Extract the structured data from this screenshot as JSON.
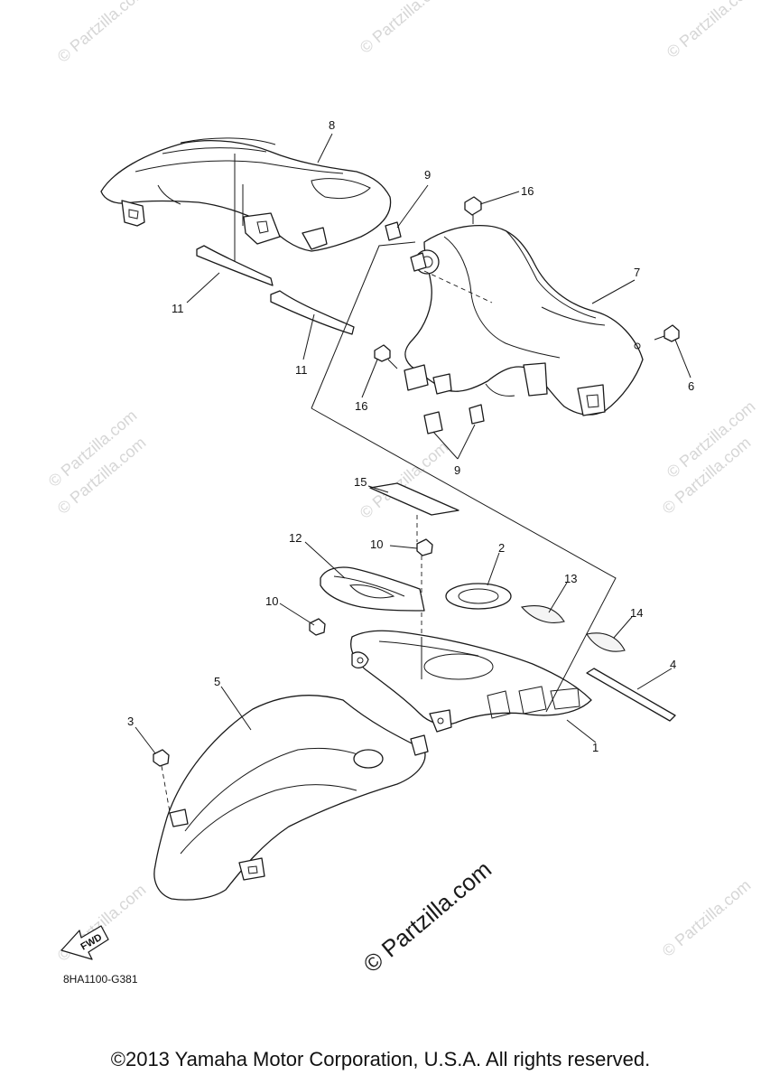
{
  "diagram_code": "8HA1100-G381",
  "copyright": "©2013 Yamaha Motor Corporation, U.S.A. All rights reserved.",
  "watermark_small": "© Partzilla.com",
  "watermark_large": "© Partzilla.com",
  "fwd_label": "FWD",
  "callouts": {
    "c1": "1",
    "c2": "2",
    "c3": "3",
    "c4": "4",
    "c5": "5",
    "c6": "6",
    "c7": "7",
    "c8": "8",
    "c9a": "9",
    "c9b": "9",
    "c10a": "10",
    "c10b": "10",
    "c11a": "11",
    "c11b": "11",
    "c12": "12",
    "c13": "13",
    "c14": "14",
    "c15": "15",
    "c16a": "16",
    "c16b": "16"
  }
}
